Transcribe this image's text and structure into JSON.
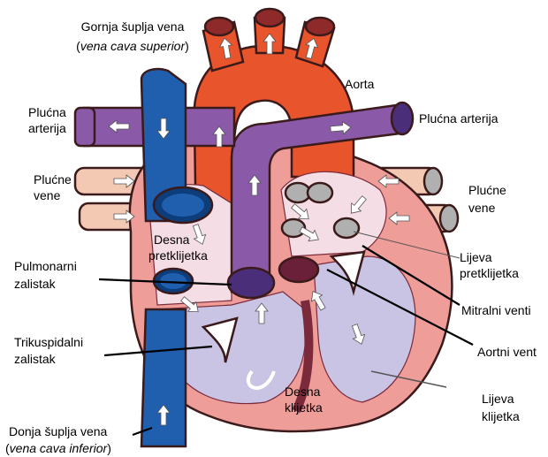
{
  "labels": {
    "svc_name": "Gornja šuplja vena",
    "svc_latin_open": "(",
    "svc_latin": "vena cava superior",
    "svc_latin_close": ")",
    "aorta": "Aorta",
    "pa_left_1": "Plućna",
    "pa_left_2": "arterija",
    "pa_right": "Plućna arterija",
    "pv_left_1": "Plućne",
    "pv_left_2": "vene",
    "pv_right_1": "Plućne",
    "pv_right_2": "vene",
    "ra_1": "Desna",
    "ra_2": "pretklijetka",
    "la_1": "Lijeva",
    "la_2": "pretklijetka",
    "pulm_valve_1": "Pulmonarni",
    "pulm_valve_2": "zalistak",
    "mitral": "Mitralni venti",
    "tricuspid_1": "Trikuspidalni",
    "tricuspid_2": "zalistak",
    "aortic_valve": "Aortni vent",
    "rv_1": "Desna",
    "rv_2": "klijetka",
    "lv_1": "Lijeva",
    "lv_2": "klijetka",
    "ivc_name": "Donja šuplja vena",
    "ivc_latin_open": "(",
    "ivc_latin": "vena cava inferior",
    "ivc_latin_close": ")"
  },
  "colors": {
    "vena_cava": "#1f5fae",
    "vena_cava_dark": "#0d3d7a",
    "aorta": "#e8542c",
    "pulmonary_artery": "#8a5aa8",
    "pulmonary_artery_dark": "#4b2e7a",
    "pulmonary_vein": "#f4c9b4",
    "heart_wall": "#ef9d98",
    "right_chambers": "#c9c4e4",
    "left_atrium": "#f4dde4",
    "valve_dark": "#6a2038"
  }
}
